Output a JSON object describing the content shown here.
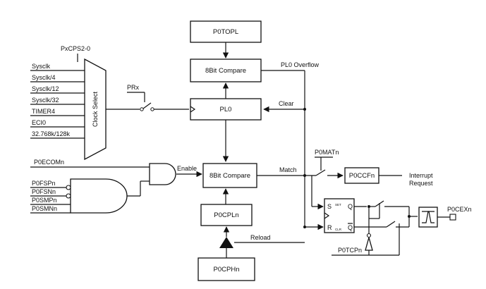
{
  "mux": {
    "select_label": "PxCPS2-0",
    "title": "Clock Select",
    "inputs": [
      "Sysclk",
      "Sysclk/4",
      "Sysclk/12",
      "Sysclk/32",
      "TIMER4",
      "ECI0",
      "32.768k/128k"
    ]
  },
  "blocks": {
    "p0topl": "P0TOPL",
    "compare_top": "8Bit Compare",
    "pl0": "PL0",
    "compare_bottom": "8Bit Compare",
    "p0cpln": "P0CPLn",
    "p0cphn": "P0CPHn",
    "p0ccfn": "P0CCFn"
  },
  "signals": {
    "prx": "PRx",
    "pl0_overflow": "PL0 Overflow",
    "clear": "Clear",
    "p0ecomn": "P0ECOMn",
    "enable": "Enable",
    "match": "Match",
    "p0matn": "P0MATn",
    "interrupt_line1": "Interrupt",
    "interrupt_line2": "Request",
    "reload": "Reload",
    "p0tcpn": "P0TCPn",
    "p0cexn": "P0CEXn",
    "gate_inputs": [
      "P0FSPn",
      "P0FSNn",
      "P0SMPn",
      "P0SMNn"
    ]
  },
  "flipflop": {
    "s": "S",
    "r": "R",
    "q": "Q",
    "qbar": "Q",
    "set": "SET",
    "clr": "CLR"
  }
}
